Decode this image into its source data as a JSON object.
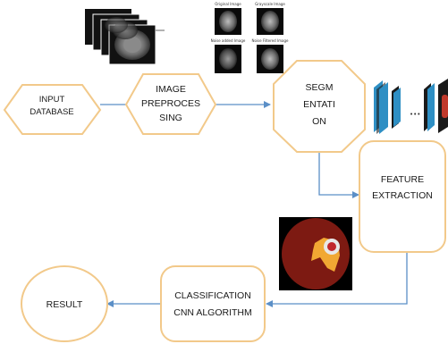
{
  "nodes": {
    "input_database": [
      "INPUT",
      "DATABASE"
    ],
    "image_preprocessing": [
      "IMAGE",
      "PREPROCES",
      "SING"
    ],
    "segmentation": [
      "SEGM",
      "ENTATI",
      "ON"
    ],
    "feature_extraction": [
      "FEATURE",
      "EXTRACTION"
    ],
    "classification": [
      "CLASSIFICATION",
      "CNN ALGORITHM"
    ],
    "result": [
      "RESULT"
    ]
  },
  "preprocessing_thumbnails": {
    "titles": [
      "Original Image",
      "Grayscale Image",
      "Noise added Image",
      "Noise Filtered Image"
    ]
  },
  "colors": {
    "node_border": "#f2c98a",
    "arrow": "#5b8fc7",
    "cnn_layer_blue": "#2e8fc4",
    "cnn_layer_red": "#c0392b",
    "tumor_background": "#7d1a12",
    "tumor_core": "#f1a833"
  }
}
